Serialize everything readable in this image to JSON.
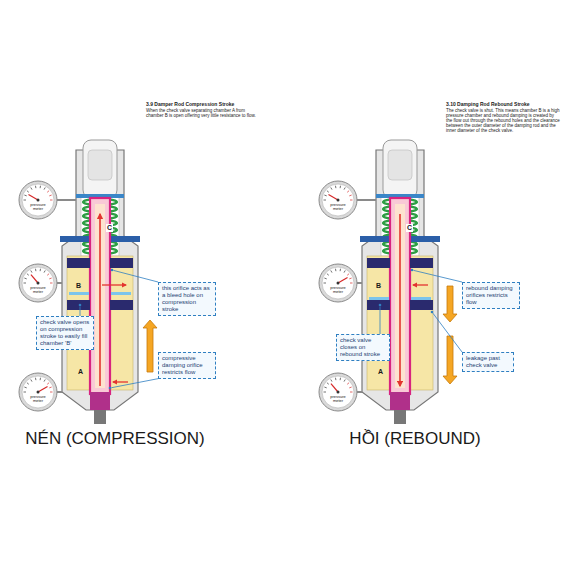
{
  "diagram": {
    "nodes": [
      {
        "text": [
          "this orifice acts as a bleed hole on compression stroke"
        ]
      },
      {
        "text": [
          "check valve opens on compression stroke to easily fill chamber 'B'"
        ]
      },
      {
        "text": [
          "compressive damping orifice restricts flow"
        ]
      },
      {
        "text": [
          "rebound damping orifices restricts flow"
        ]
      },
      {
        "text": [
          "check valve closes on rebound stroke"
        ]
      },
      {
        "text": [
          "leakage past check valve"
        ]
      }
    ],
    "labels": [
      "3.9 Damper Rod Compression Stroke",
      "When the check valve separating chamber A from chamber B is open offering very little resistance to flow.",
      "C",
      "B",
      "A",
      "pressure meter",
      "pressure meter",
      "pressure meter",
      "NÉN (COMPRESSION)",
      "3.10 Damping Rod Rebound Stroke",
      "The check valve is shut. This means chamber B is a high pressure chamber and rebound damping is created by the flow out through the rebound holes and the clearance between the outer diameter of the damping rod and the inner diameter of the check valve.",
      "C",
      "B",
      "A",
      "pressure meter",
      "pressure meter",
      "pressure meter",
      "HỒI (REBOUND)"
    ]
  }
}
